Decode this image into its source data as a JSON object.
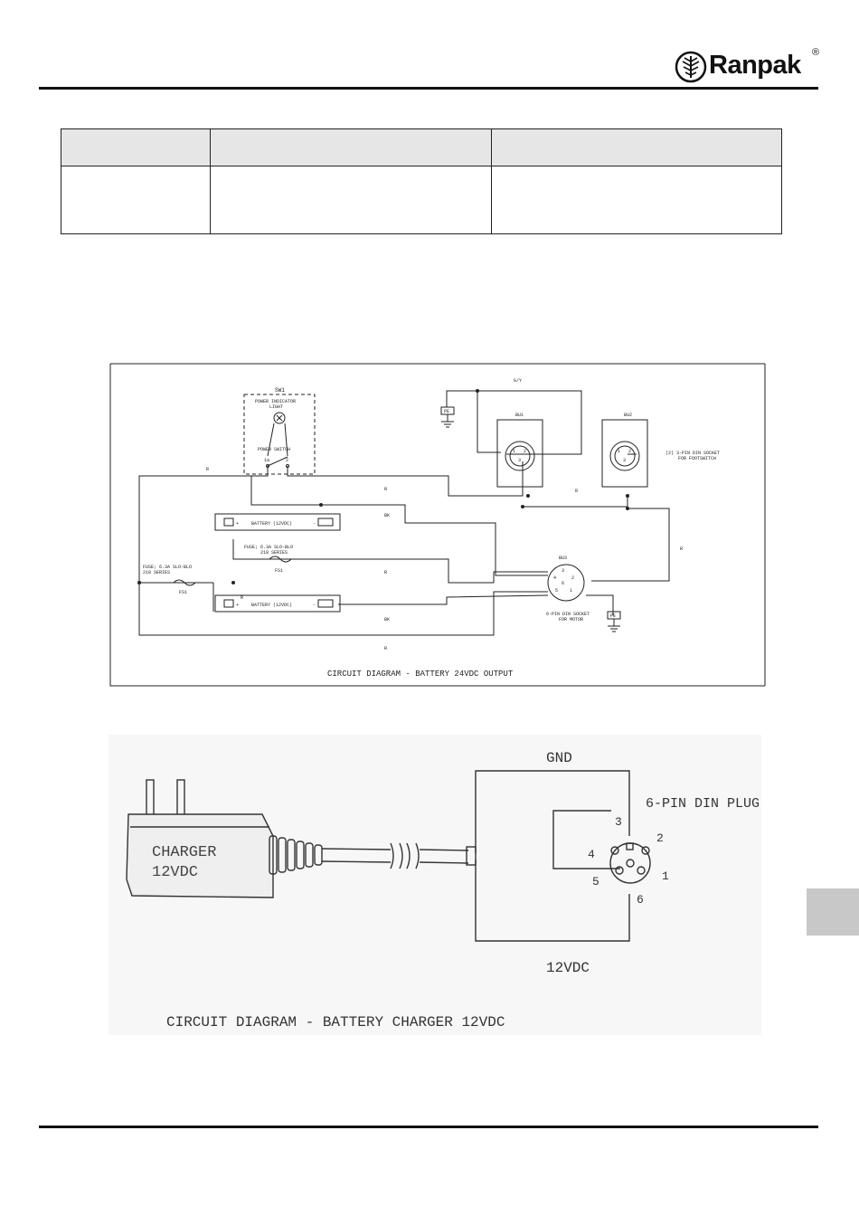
{
  "header": {
    "brand": "Ranpak",
    "registered_mark": "®"
  },
  "table": {
    "headers": [
      "",
      "",
      ""
    ],
    "rows": [
      [
        "",
        "",
        ""
      ]
    ]
  },
  "diagram1": {
    "title": "CIRCUIT DIAGRAM - BATTERY 24VDC OUTPUT",
    "sw1": "SW1",
    "power_indicator": "POWER INDICATOR",
    "light": "LIGHT",
    "power_switch": "POWER SWITCH",
    "switch_pin_1a": "1a",
    "switch_pin_2": "2",
    "battery_top": "BATTERY (12VDC)",
    "battery_bottom": "BATTERY (12VDC)",
    "fuse_mid_line1": "FUSE; 6.3A SLO-BLO",
    "fuse_mid_line2": "218 SERIES",
    "fuse_mid_id": "FS1",
    "fuse_left_line1": "FUSE; 6.3A SLO-BLO",
    "fuse_left_line2": "218 SERIES",
    "fuse_left_id": "FS1",
    "wire_gy": "G/Y",
    "wire_r": "R",
    "wire_bk": "BK",
    "pe": "PE",
    "bu1": "BU1",
    "bu2": "BU2",
    "bu3": "BU3",
    "footswitch_line1": "(2) 3-PIN DIN SOCKET",
    "footswitch_line2": "FOR FOOTSWITCH",
    "motor_line1": "6-PIN DIN SOCKET",
    "motor_line2": "FOR MOTOR",
    "plus": "+",
    "minus": "-",
    "pin_1": "1",
    "pin_2": "2",
    "pin_3": "3",
    "pin_4": "4",
    "pin_5": "5",
    "pin_6": "6"
  },
  "diagram2": {
    "title": "CIRCUIT DIAGRAM - BATTERY CHARGER 12VDC",
    "charger_line1": "CHARGER",
    "charger_line2": "12VDC",
    "gnd": "GND",
    "vdc": "12VDC",
    "plug_label": "6-PIN DIN PLUG",
    "pin_1": "1",
    "pin_2": "2",
    "pin_3": "3",
    "pin_4": "4",
    "pin_5": "5",
    "pin_6": "6"
  }
}
